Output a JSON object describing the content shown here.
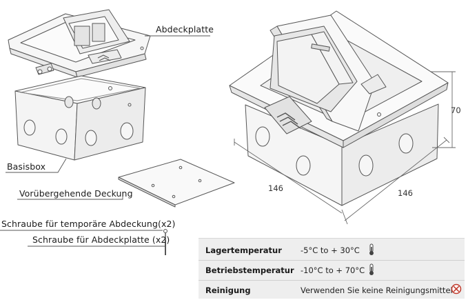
{
  "labels": {
    "cover_plate": "Abdeckplatte",
    "base_box": "Basisbox",
    "temp_cover": "Vorübergehende Deckung",
    "screw_temp": "Schraube für temporäre Abdeckung(x2)",
    "screw_plate": "Schraube für Abdeckplatte (x2)"
  },
  "dimensions": {
    "height": "70",
    "width_left": "146",
    "width_right": "146"
  },
  "specs": [
    {
      "label": "Lagertemperatur",
      "value": "-5°C to + 30°C",
      "icon": "thermometer-icon"
    },
    {
      "label": "Betriebstemperatur",
      "value": "-10°C to + 70°C",
      "icon": "thermometer-icon"
    },
    {
      "label": "Reinigung",
      "value": "Verwenden Sie keine Reinigungsmittel.",
      "icon": "no-cleaning-icon"
    }
  ],
  "colors": {
    "line": "#555555",
    "fill": "#f7f7f7",
    "table_bg": "#eeeeee",
    "prohibit": "#c0392b"
  }
}
